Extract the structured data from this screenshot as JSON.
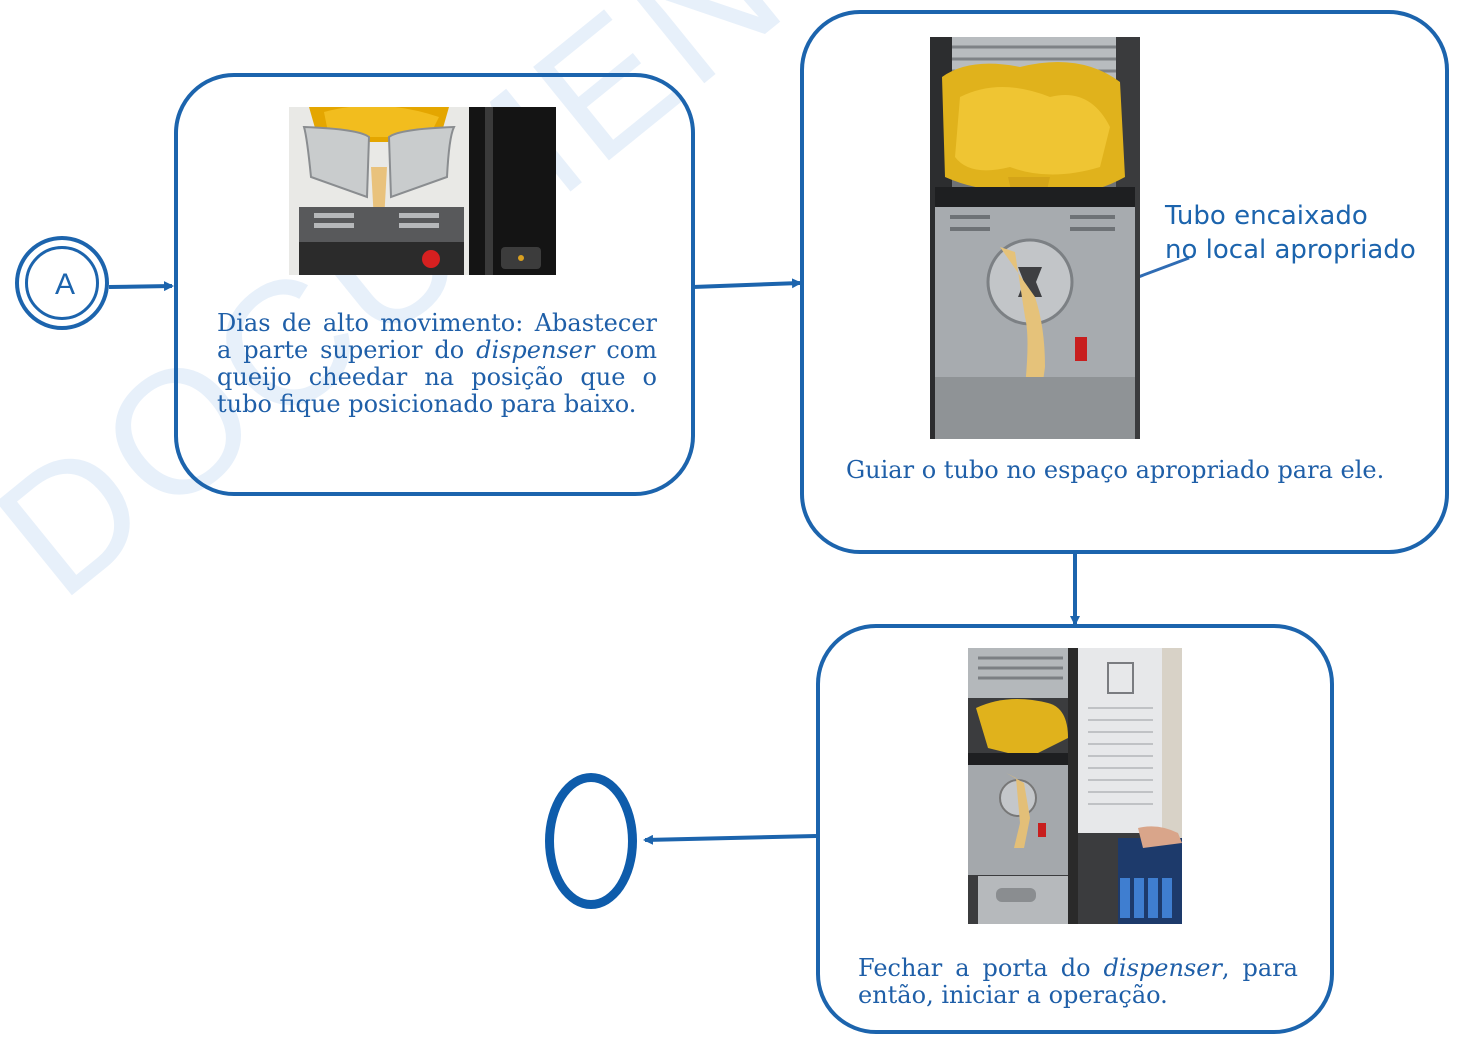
{
  "watermark": "DOCUMENTO EM REVISÃO",
  "start_node": {
    "label": "A"
  },
  "steps": [
    {
      "text_parts": [
        {
          "t": "Dias de alto movimento: Abastecer a parte superior do ",
          "i": false
        },
        {
          "t": "dispenser",
          "i": true
        },
        {
          "t": " com queijo cheedar na posição que o tubo fique posicionado para baixo.",
          "i": false
        }
      ]
    },
    {
      "text_parts": [
        {
          "t": "Guiar o tubo no espaço apropriado para ele.",
          "i": false
        }
      ],
      "callout": [
        "Tubo encaixado",
        "no local apropriado"
      ]
    },
    {
      "text_parts": [
        {
          "t": "Fechar a porta do ",
          "i": false
        },
        {
          "t": "dispenser",
          "i": true
        },
        {
          "t": ", para então, iniciar a operação.",
          "i": false
        }
      ]
    }
  ],
  "colors": {
    "line": "#1c64ad",
    "text": "#1f5fa8",
    "cheese": "#d9a82a",
    "steel": "#8e9296"
  }
}
